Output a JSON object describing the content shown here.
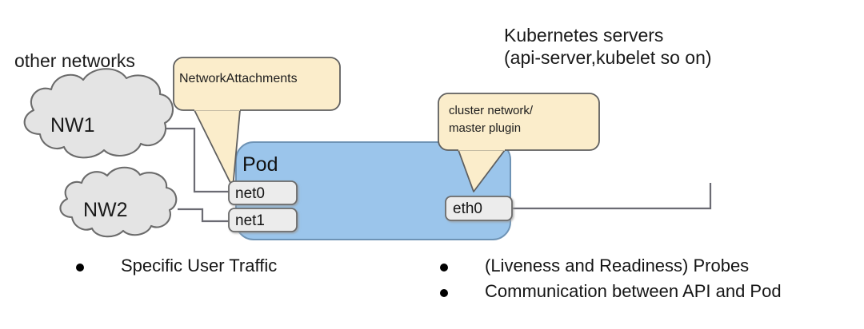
{
  "diagram": {
    "title_block": {
      "line1": "Kubernetes servers",
      "line2": "(api-server,kubelet so on)"
    },
    "other_networks_label": "other networks",
    "clouds": [
      {
        "name": "NW1"
      },
      {
        "name": "NW2"
      }
    ],
    "callouts": [
      {
        "id": "network-attachments",
        "lines": [
          "NetworkAttachments"
        ]
      },
      {
        "id": "cluster-network",
        "lines": [
          "cluster network/",
          "master plugin"
        ]
      }
    ],
    "pod": {
      "label": "Pod",
      "interfaces": [
        {
          "name": "net0"
        },
        {
          "name": "net1"
        }
      ],
      "uplink": {
        "name": "eth0"
      }
    },
    "bullets_left": [
      "Specific User Traffic"
    ],
    "bullets_right": [
      "(Liveness and Readiness) Probes",
      "Communication between API and Pod"
    ],
    "colors": {
      "pod_fill": "#9bc5eb",
      "pod_stroke": "#6e93b5",
      "callout_fill": "#fbedcb",
      "callout_stroke": "#5f5f5f",
      "cloud_fill": "#e4e4e4",
      "cloud_stroke": "#6b6b6b",
      "nic_fill": "#ececec",
      "nic_stroke": "#6b6b6b",
      "line": "#6b6b73",
      "text": "#1a1a1a"
    }
  }
}
